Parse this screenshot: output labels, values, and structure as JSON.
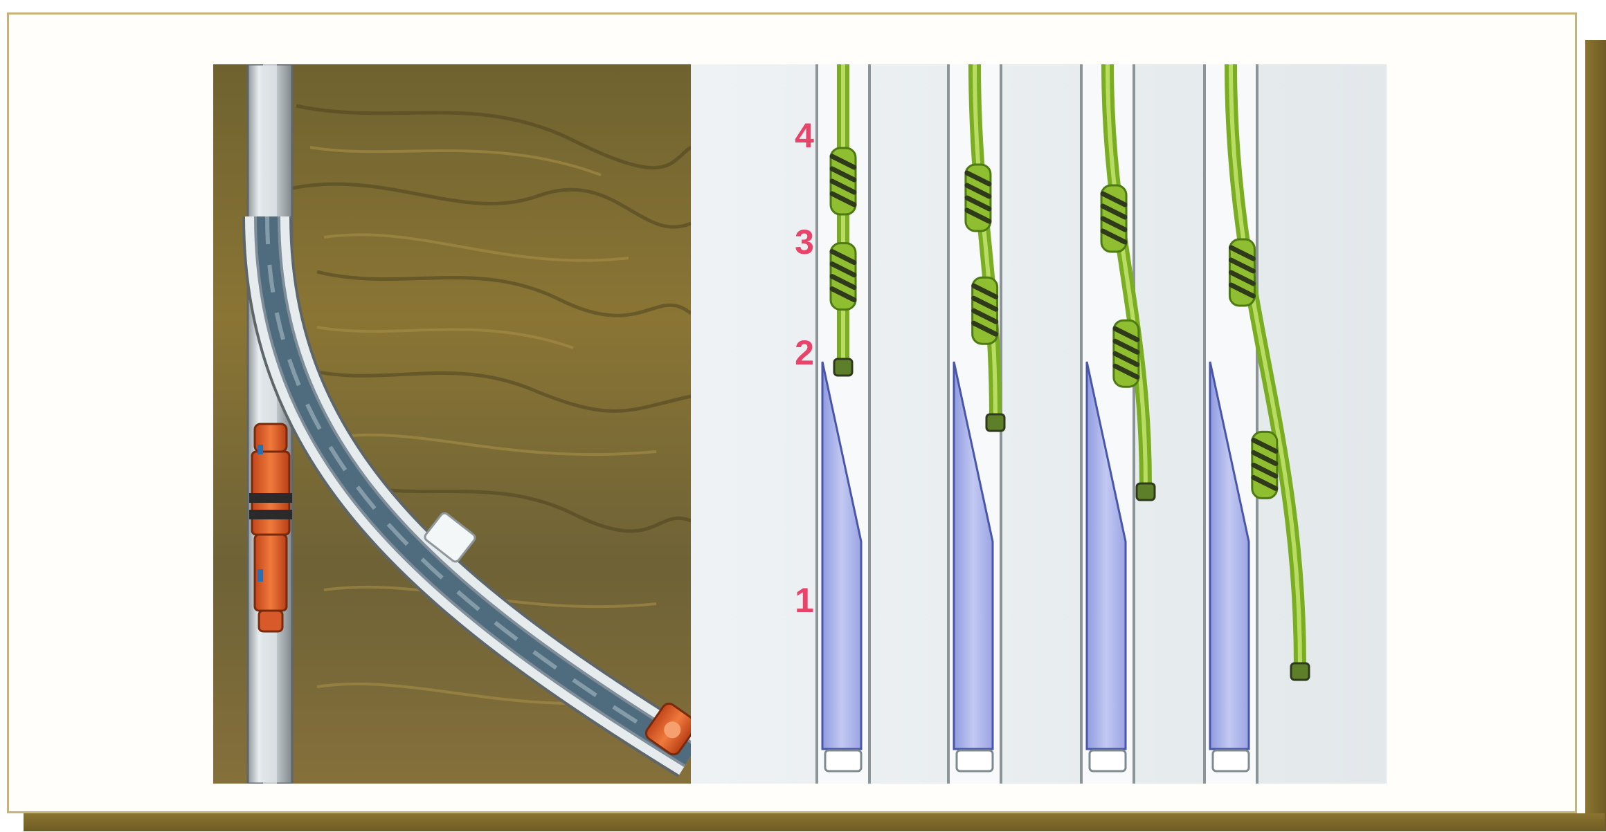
{
  "stage_numbers": {
    "n1": "1",
    "n2": "2",
    "n3": "3",
    "n4": "4"
  },
  "colors": {
    "rock": "#7a6a33",
    "mill_tube": "#8fbf30",
    "whipstock": "#a8b2e6",
    "number_accent": "#e8446a",
    "tool": "#e05a24",
    "frame_border": "#c7b37a",
    "shadow": "#7a6528"
  }
}
